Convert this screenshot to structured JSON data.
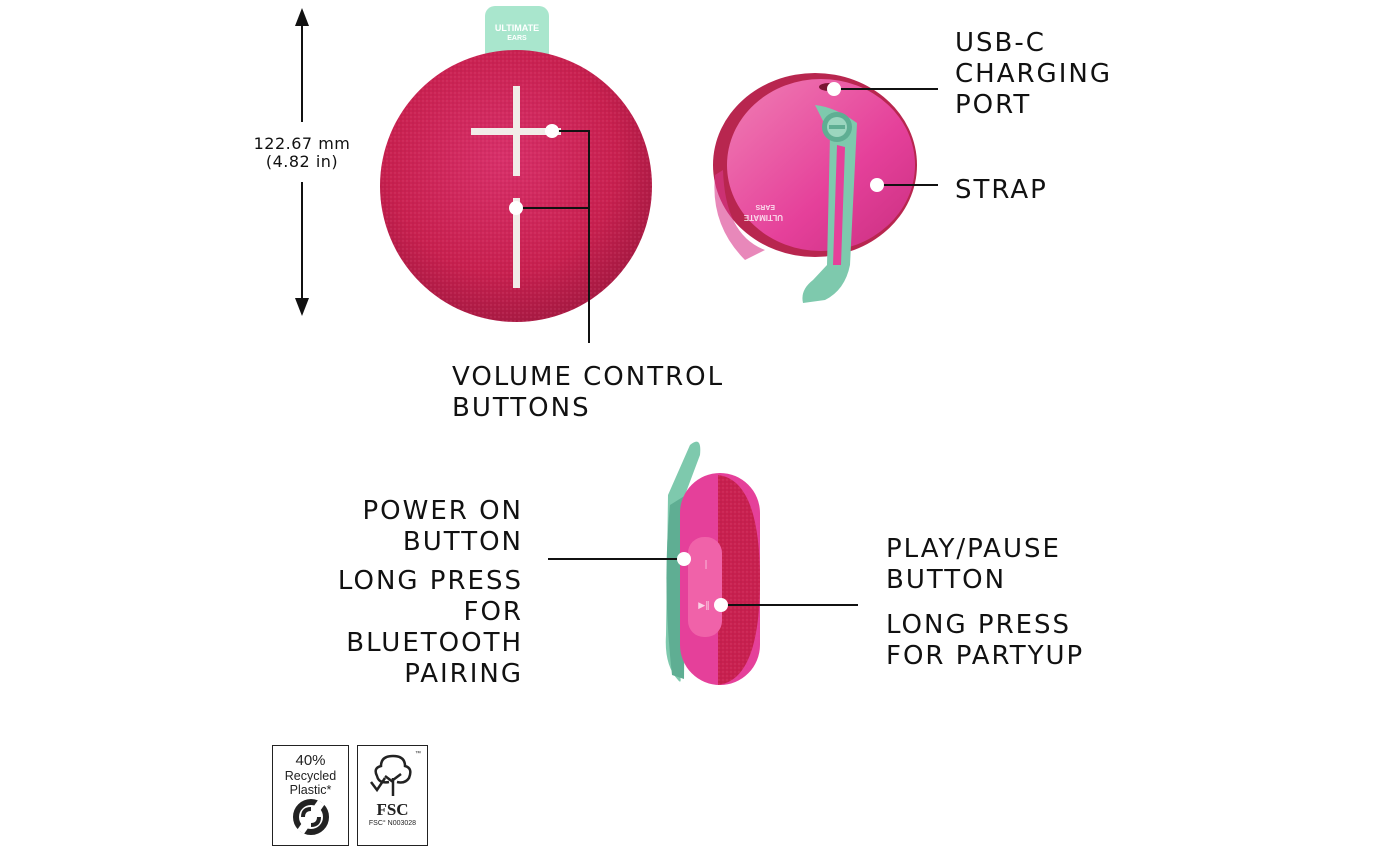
{
  "dimension": {
    "line1": "122.67 mm",
    "line2": "(4.82 in)"
  },
  "callouts": {
    "usb": [
      "USB-C",
      "CHARGING",
      "PORT"
    ],
    "strap": [
      "STRAP"
    ],
    "volume": [
      "VOLUME CONTROL",
      "BUTTONS"
    ],
    "power": [
      "POWER ON",
      "BUTTON"
    ],
    "power_long": [
      "LONG PRESS",
      "FOR",
      "BLUETOOTH",
      "PAIRING"
    ],
    "play": [
      "PLAY/PAUSE",
      "BUTTON"
    ],
    "play_long": [
      "LONG PRESS",
      "FOR PARTYUP"
    ]
  },
  "product": {
    "tag_line1": "ULTIMATE",
    "tag_line2": "EARS",
    "back_brand1": "ULTIMATE",
    "back_brand2": "EARS"
  },
  "badges": {
    "recycled": {
      "pct": "40%",
      "line1": "Recycled",
      "line2": "Plastic*"
    },
    "fsc": {
      "name": "FSC",
      "code": "FSC° N003028",
      "tm": "™"
    }
  },
  "colors": {
    "fabric": "#c8204f",
    "fabric_dark": "#a91a43",
    "pink_shell": "#e5409a",
    "strap": "#7ec9ad",
    "strap_dark": "#5fae93",
    "tag": "#a9e6cd",
    "button_mark": "#f1ece8"
  }
}
